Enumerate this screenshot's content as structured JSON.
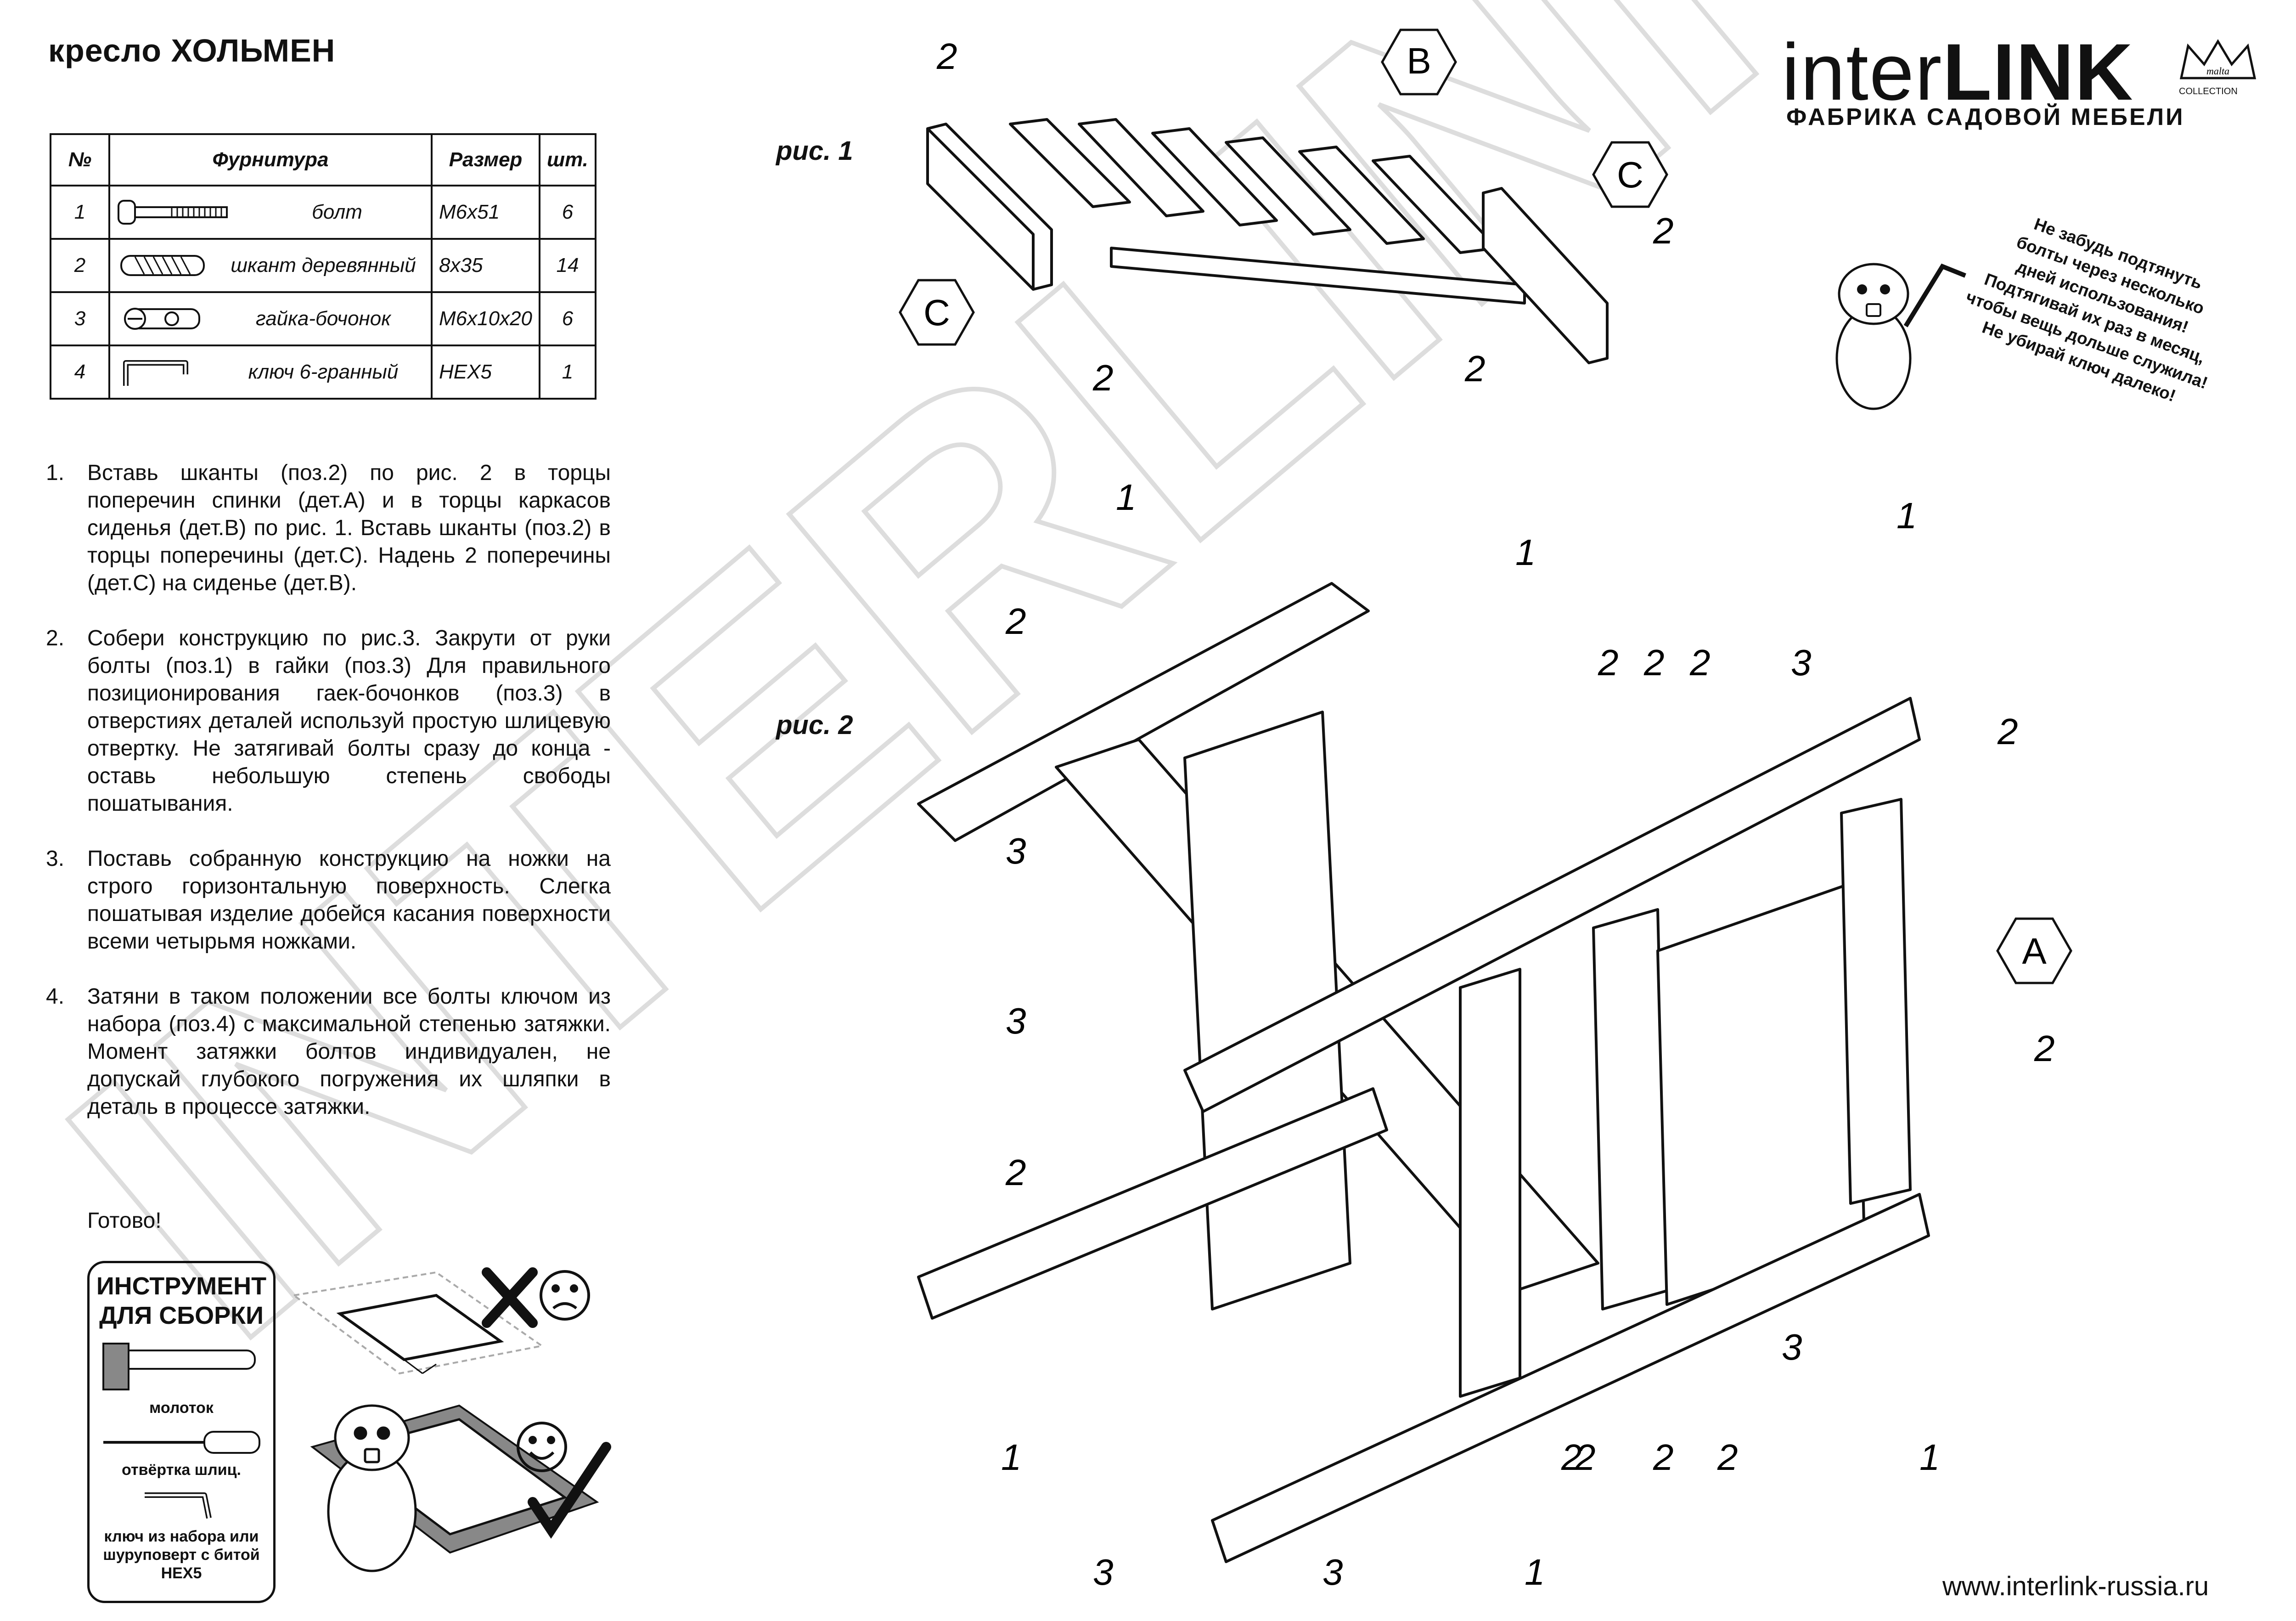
{
  "document": {
    "title": "кресло ХОЛЬМЕН",
    "watermark_text": "INTERLINK"
  },
  "parts_table": {
    "headers": [
      "№",
      "Фурнитура",
      "Размер",
      "шт."
    ],
    "rows": [
      {
        "no": "1",
        "name": "болт",
        "size": "М6х51",
        "qty": "6",
        "icon": "bolt-icon"
      },
      {
        "no": "2",
        "name": "шкант деревянный",
        "size": "8х35",
        "qty": "14",
        "icon": "dowel-icon"
      },
      {
        "no": "3",
        "name": "гайка-бочонок",
        "size": "М6х10х20",
        "qty": "6",
        "icon": "barrel-nut-icon"
      },
      {
        "no": "4",
        "name": "ключ 6-гранный",
        "size": "HEX5",
        "qty": "1",
        "icon": "hex-key-icon"
      }
    ]
  },
  "instructions": [
    {
      "num": "1.",
      "text": "Вставь шканты (поз.2) по рис. 2 в торцы поперечин спинки (дет.А) и в торцы каркасов сиденья (дет.В) по рис. 1. Вставь шканты (поз.2) в торцы поперечины (дет.С). Надень 2 поперечины (дет.С) на сиденье (дет.В)."
    },
    {
      "num": "2.",
      "text": "Собери конструкцию по рис.3. Закрути от руки болты (поз.1) в гайки (поз.3) Для правильного позиционирования гаек-бочонков (поз.3) в отверстиях деталей используй простую шлицевую отвертку. Не затягивай болты сразу до конца - оставь небольшую степень свободы пошатывания."
    },
    {
      "num": "3.",
      "text": "Поставь собранную конструкцию на ножки на строго горизонтальную поверхность. Слегка пошатывая изделие добейся касания поверхности всеми четырьмя ножками."
    },
    {
      "num": "4.",
      "text": "Затяни в таком положении все болты ключом из набора (поз.4) с максимальной степенью затяжки. Момент затяжки болтов индивидуален, не допускай глубокого погружения их шляпки в деталь в процессе затяжки."
    }
  ],
  "done_text": "Готово!",
  "toolbox": {
    "title": "ИНСТРУМЕНТ ДЛЯ СБОРКИ",
    "tools": [
      {
        "label": "молоток",
        "icon": "hammer-icon"
      },
      {
        "label": "отвёртка шлиц.",
        "icon": "screwdriver-icon"
      },
      {
        "label": "ключ из набора или шуруповерт с битой HEX5",
        "icon": "hex-key-icon"
      }
    ]
  },
  "figures": {
    "fig1": {
      "label": "рис. 1",
      "part_labels": [
        "B",
        "C",
        "C"
      ],
      "callouts": [
        "2",
        "2",
        "2",
        "2"
      ]
    },
    "fig2": {
      "label": "рис. 2",
      "part_label": "A",
      "callouts": [
        "1",
        "1",
        "1",
        "1",
        "1",
        "1",
        "2",
        "2",
        "2",
        "2",
        "2",
        "2",
        "2",
        "2",
        "2",
        "2",
        "2",
        "3",
        "3",
        "3",
        "3",
        "3",
        "3"
      ]
    }
  },
  "brand": {
    "logo_text_lower": "inter",
    "logo_text_upper": "LINK",
    "crown_text": "malta",
    "collection_text": "COLLECTION",
    "subtitle": "ФАБРИКА САДОВОЙ МЕБЕЛИ",
    "website": "www.interlink-russia.ru"
  },
  "reminder": {
    "lines": [
      "Не забудь подтянуть",
      "болты через несколько",
      "дней использования!",
      "Подтягивай их раз в месяц,",
      "чтобы вещь дольше служила!",
      "Не убирай ключ далеко!"
    ]
  }
}
